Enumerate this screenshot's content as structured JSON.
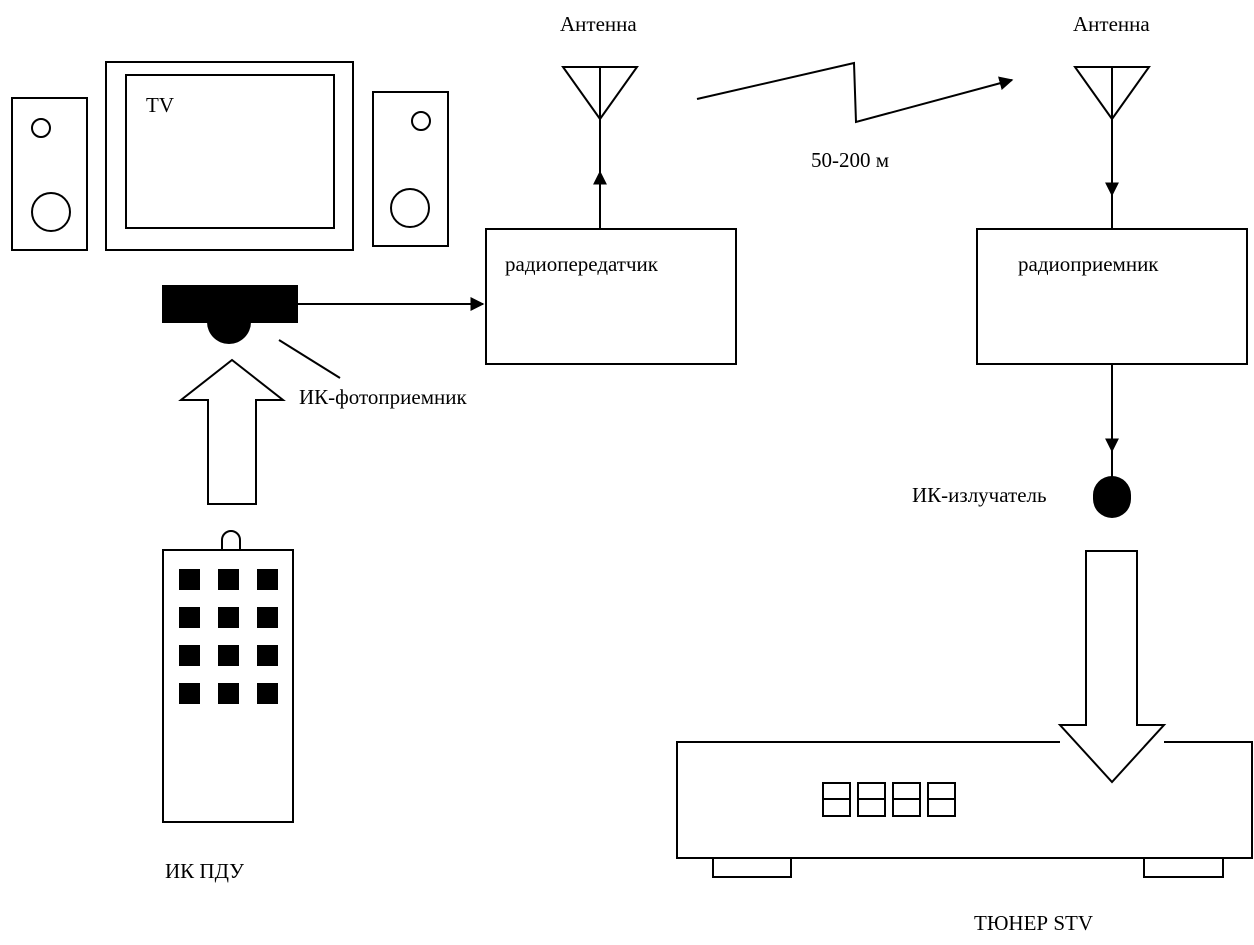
{
  "labels": {
    "antenna_left": "Антенна",
    "antenna_right": "Антенна",
    "distance": "50-200 м",
    "tv": "TV",
    "transmitter": "радиопередатчик",
    "receiver": "радиоприемник",
    "ir_photoreceiver": "ИК-фотоприемник",
    "ir_emitter": "ИК-излучатель",
    "remote": "ИК  ПДУ",
    "tuner": "ТЮНЕР   STV"
  },
  "remote_buttons": {
    "rows": 4,
    "cols": 3
  },
  "tuner_display_digits": 4,
  "colors": {
    "line": "#000000",
    "background": "#ffffff"
  }
}
